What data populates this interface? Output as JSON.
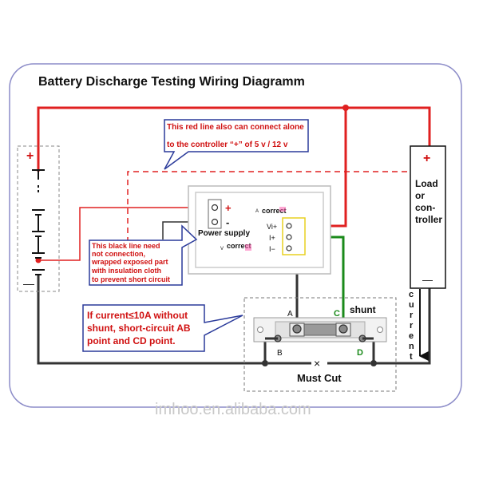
{
  "title": "Battery Discharge Testing Wiring Diagramm",
  "callout_red_line": {
    "line1": "This red line also can connect alone",
    "line2": "to the controller “+” of 5 v / 12 v"
  },
  "callout_black_line": {
    "line1": "This black line need",
    "line2": "not connection,",
    "line3": "wrapped exposed part",
    "line4": "with  insulation cloth",
    "line5": "to prevent short circuit"
  },
  "callout_current": {
    "line1": "If current≤10A without",
    "line2": "shunt, short-circuit AB",
    "line3": "point and CD point."
  },
  "meter": {
    "plus_sign": "+",
    "minus_sign": "-",
    "power_supply_label": "Power supply",
    "a_prefix": "A",
    "a_correct": "correct",
    "v_prefix": "V",
    "v_correct": "correct",
    "term_vi": "Vi+",
    "term_iplus": "I+",
    "term_iminus": "I−"
  },
  "battery": {
    "plus": "+",
    "minus": "—"
  },
  "load": {
    "plus": "+",
    "minus": "—",
    "label_lines": [
      "Load",
      "or",
      "con-",
      "troller"
    ]
  },
  "current_label": [
    "c",
    "u",
    "r",
    "r",
    "e",
    "n",
    "t"
  ],
  "shunt": {
    "label": "shunt",
    "point_a": "A",
    "point_b": "B",
    "point_c": "C",
    "point_d": "D",
    "cut_mark": "×",
    "must_cut": "Must Cut"
  },
  "watermark": "imhoo.en.alibaba.com",
  "colors": {
    "red_wire": "#e02020",
    "black_wire": "#333333",
    "green_wire": "#1a8a1a",
    "callout_border": "#2a3a9a",
    "frame": "#8c8cc8"
  }
}
